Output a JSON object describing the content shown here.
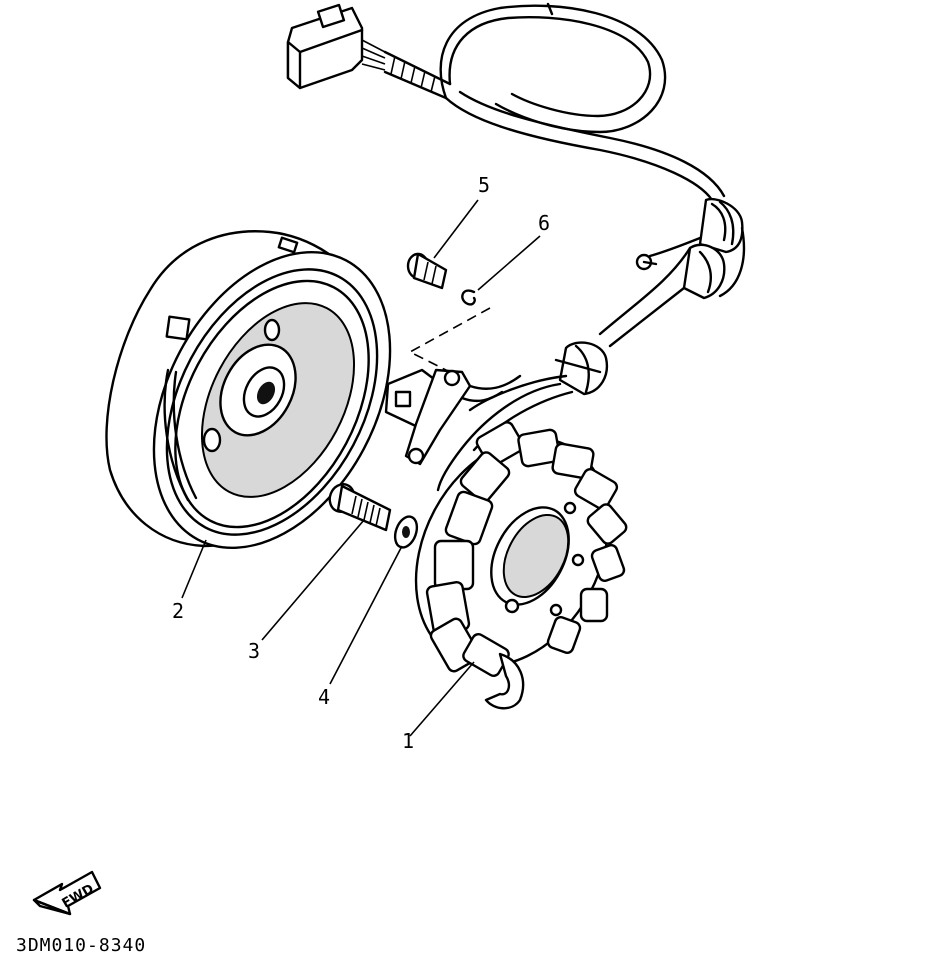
{
  "callouts": [
    {
      "id": "1",
      "label": "1"
    },
    {
      "id": "2",
      "label": "2"
    },
    {
      "id": "3",
      "label": "3"
    },
    {
      "id": "4",
      "label": "4"
    },
    {
      "id": "5",
      "label": "5"
    },
    {
      "id": "6",
      "label": "6"
    }
  ],
  "direction_arrow": {
    "label": "FWD"
  },
  "drawing_code": "3DM010-8340"
}
